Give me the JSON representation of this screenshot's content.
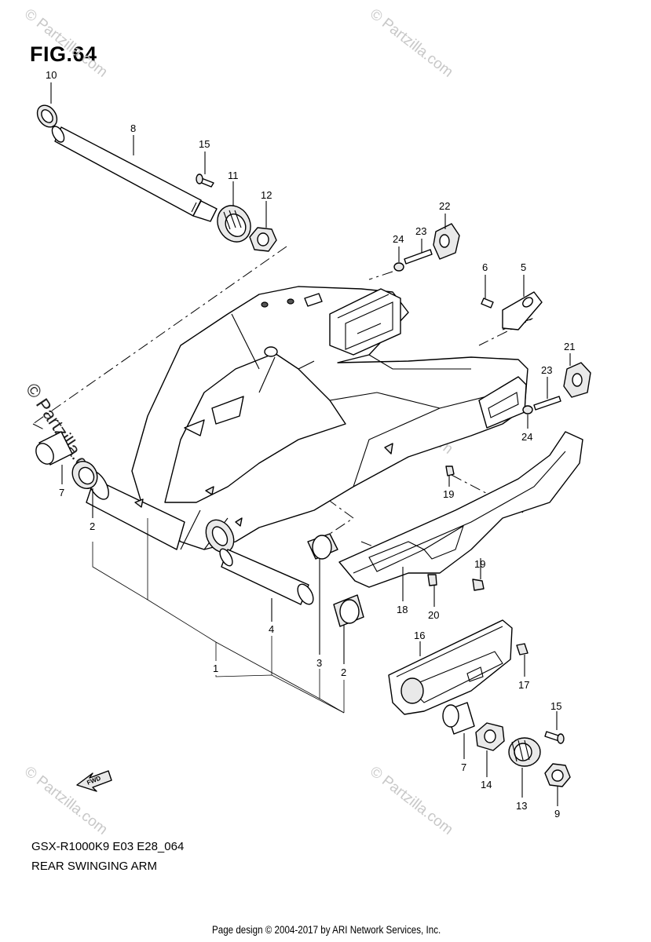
{
  "figure_title": "FIG.64",
  "model_code": "GSX-R1000K9 E03 E28_064",
  "diagram_name": "REAR SWINGING ARM",
  "copyright": "Page design © 2004-2017 by ARI Network Services, Inc.",
  "watermark": "© Partzilla.com",
  "fwd_label": "FWD",
  "callouts": {
    "c10": "10",
    "c8": "8",
    "c15a": "15",
    "c11": "11",
    "c12": "12",
    "c22": "22",
    "c24a": "24",
    "c23a": "23",
    "c6": "6",
    "c5": "5",
    "c21": "21",
    "c23b": "23",
    "c24b": "24",
    "c7a": "7",
    "c2a": "2",
    "c19a": "19",
    "c19b": "19",
    "c18": "18",
    "c20": "20",
    "c4": "4",
    "c3": "3",
    "c2b": "2",
    "c1": "1",
    "c16": "16",
    "c17": "17",
    "c15b": "15",
    "c7b": "7",
    "c14": "14",
    "c13": "13",
    "c9": "9"
  }
}
